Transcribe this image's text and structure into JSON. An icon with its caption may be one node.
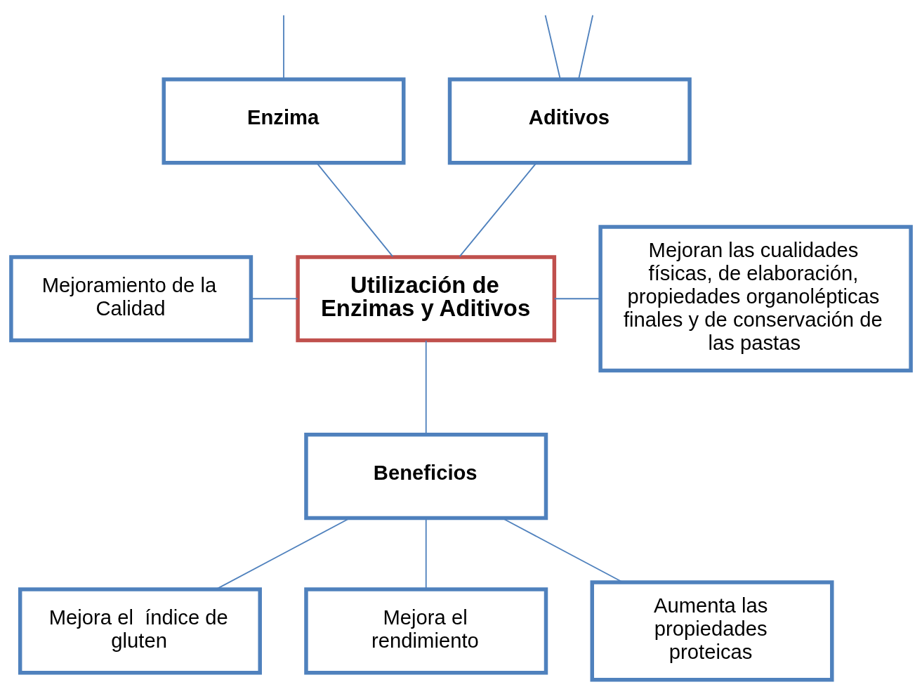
{
  "diagram": {
    "nodes": [
      {
        "text": [
          "Aditivos"
        ]
      },
      {
        "text": [
          "Enzima"
        ]
      },
      {
        "text": [
          "Mejoramiento de la Calidad"
        ]
      },
      {
        "text": [
          "Utilización de Enzimas y Aditivos"
        ]
      },
      {
        "text": [
          "Mejoran las cualidades físicas, de elaboración, propiedades organolépticas finales y de conservación de las pastas"
        ]
      },
      {
        "text": [
          "Beneficios"
        ]
      },
      {
        "text": [
          "Mejora el  índice de gluten"
        ]
      },
      {
        "text": [
          "Mejora el rendimiento"
        ]
      },
      {
        "text": [
          "Aumenta las propiedades proteicas"
        ]
      }
    ],
    "edges": [
      {
        "from": 0,
        "to": null,
        "arrow": "none"
      },
      {
        "from": 0,
        "to": null,
        "arrow": "none"
      },
      {
        "from": 1,
        "to": null,
        "arrow": "none"
      },
      {
        "from": 0,
        "to": 3,
        "arrow": "none"
      },
      {
        "from": 1,
        "to": 3,
        "arrow": "none"
      },
      {
        "from": 2,
        "to": 3,
        "arrow": "none"
      },
      {
        "from": 3,
        "to": 4,
        "arrow": "none"
      },
      {
        "from": 3,
        "to": 5,
        "arrow": "none"
      },
      {
        "from": 5,
        "to": 6,
        "arrow": "none"
      },
      {
        "from": 5,
        "to": 7,
        "arrow": "none"
      },
      {
        "from": 5,
        "to": 8,
        "arrow": "none"
      }
    ]
  }
}
